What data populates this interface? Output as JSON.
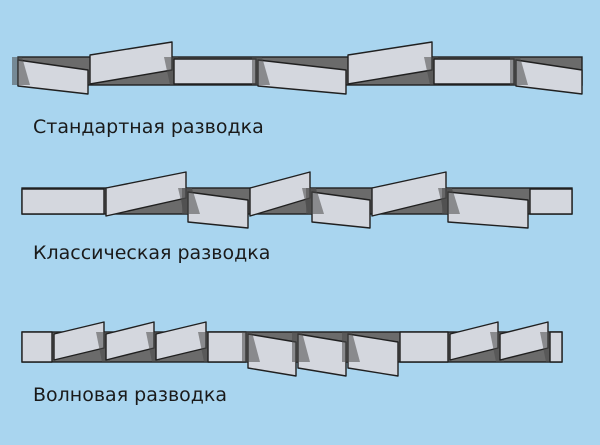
{
  "colors": {
    "background": "#a9d5ef",
    "tooth": "#d4d7de",
    "blade": "#6b6b6b",
    "outline": "#202020"
  },
  "diagrams": [
    {
      "id": "standard",
      "caption": "Стандартная разводка"
    },
    {
      "id": "classic",
      "caption": "Классическая разводка"
    },
    {
      "id": "wave",
      "caption": "Волновая разводка"
    }
  ]
}
